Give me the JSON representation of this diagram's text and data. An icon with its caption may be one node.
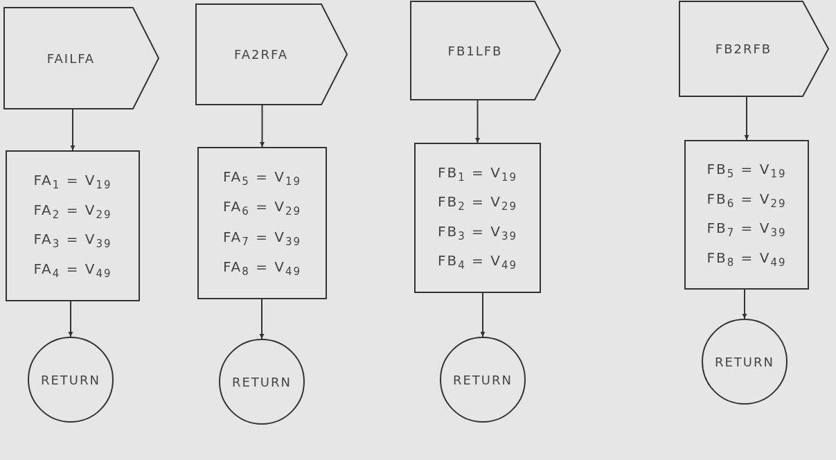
{
  "diagram": {
    "nodes": [
      {
        "text": [
          "FAILFA"
        ]
      },
      {
        "text": [
          "FA$_{1}$ = V$_{19}$",
          "FA$_{2}$ = V$_{29}$",
          "FA$_{3}$ = V$_{39}$",
          "FA$_{4}$ = V$_{49}$"
        ]
      },
      {
        "text": [
          "RETURN"
        ]
      },
      {
        "text": [
          "FA2RFA"
        ]
      },
      {
        "text": [
          "FA$_{5}$ = V$_{19}$",
          "FA$_{6}$ = V$_{29}$",
          "FA$_{7}$ = V$_{39}$",
          "FA$_{8}$ = V$_{49}$"
        ]
      },
      {
        "text": [
          "RETURN"
        ]
      },
      {
        "text": [
          "FB1LFB"
        ]
      },
      {
        "text": [
          "FB$_{1}$ = V$_{19}$",
          "FB$_{2}$ = V$_{29}$",
          "FB$_{3}$ = V$_{39}$",
          "FB$_{4}$ = V$_{49}$"
        ]
      },
      {
        "text": [
          "RETURN"
        ]
      },
      {
        "text": [
          "FB2RFB"
        ]
      },
      {
        "text": [
          "FB$_{5}$ = V$_{19}$",
          "FB$_{6}$ = V$_{29}$",
          "FB$_{7}$ = V$_{39}$",
          "FB$_{8}$ = V$_{49}$"
        ]
      },
      {
        "text": [
          "RETURN"
        ]
      }
    ],
    "edges": [
      {
        "from": 0,
        "to": 1,
        "arrow": "to"
      },
      {
        "from": 1,
        "to": 2,
        "arrow": "to"
      },
      {
        "from": 3,
        "to": 4,
        "arrow": "to"
      },
      {
        "from": 4,
        "to": 5,
        "arrow": "to"
      },
      {
        "from": 6,
        "to": 7,
        "arrow": "to"
      },
      {
        "from": 7,
        "to": 8,
        "arrow": "to"
      },
      {
        "from": 9,
        "to": 10,
        "arrow": "to"
      },
      {
        "from": 10,
        "to": 11,
        "arrow": "to"
      }
    ]
  }
}
